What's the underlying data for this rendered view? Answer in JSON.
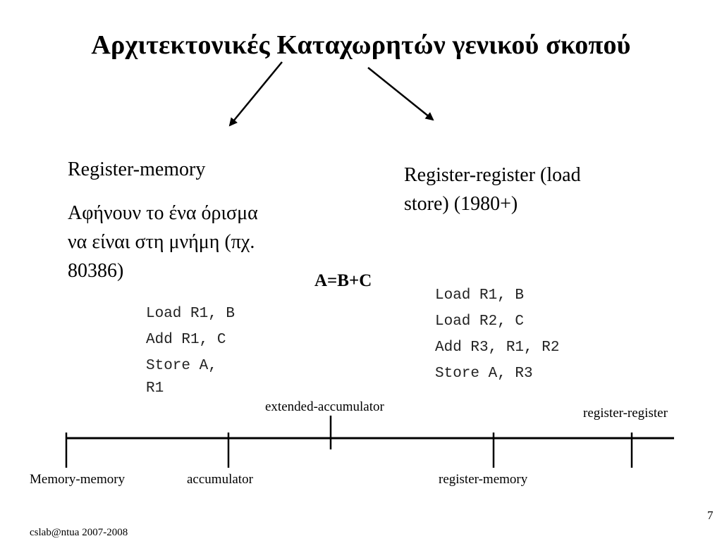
{
  "slide": {
    "title": "Αρχιτεκτονικές Καταχωρητών γενικού σκοπού",
    "left": {
      "heading": "Register-memory",
      "desc_line1": "Αφήνουν το ένα όρισμα",
      "desc_line2": "να είναι στη μνήμη (πχ.",
      "desc_line3": "80386)",
      "code": [
        "Load R1, B",
        "Add R1, C",
        "Store A,",
        "R1"
      ]
    },
    "right": {
      "heading_line1": "Register-register (load",
      "heading_line2": "store) (1980+)",
      "code": [
        "Load R1, B",
        "Load R2, C",
        "Add R3, R1, R2",
        "Store A, R3"
      ]
    },
    "equation": "A=B+C",
    "scale": {
      "upper_labels": [
        "extended-accumulator",
        "register-register"
      ],
      "lower_labels": [
        "Memory-memory",
        "accumulator",
        "register-memory"
      ]
    },
    "footer": "cslab@ntua 2007-2008",
    "page_number": "7"
  }
}
